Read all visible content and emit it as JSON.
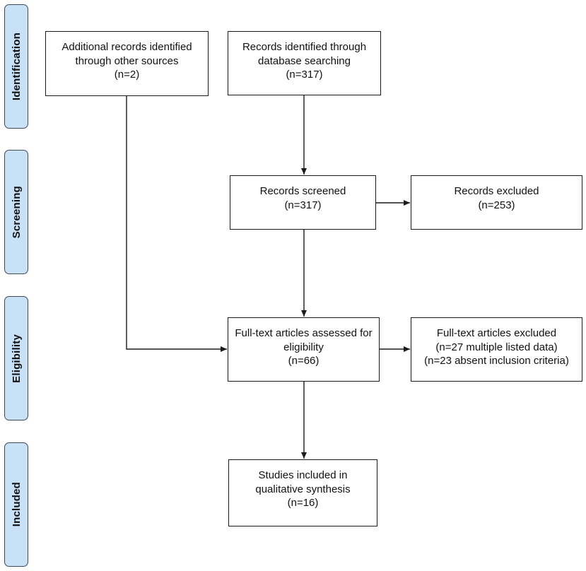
{
  "stages": [
    "Identification",
    "Screening",
    "Eligibility",
    "Included"
  ],
  "boxes": {
    "additional": [
      "Additional records identified",
      "through other sources",
      "(n=2)"
    ],
    "database": [
      "Records identified through",
      "database searching",
      "(n=317)"
    ],
    "screened": [
      "Records screened",
      "(n=317)"
    ],
    "excluded": [
      "Records excluded",
      "(n=253)"
    ],
    "fulltext": [
      "Full-text articles assessed for",
      "eligibility",
      "(n=66)"
    ],
    "fulltext_excluded": [
      "Full-text articles excluded",
      "(n=27 multiple listed data)",
      "(n=23 absent inclusion criteria)"
    ],
    "included": [
      "Studies included in",
      "qualitative synthesis",
      "(n=16)"
    ]
  },
  "colors": {
    "stage_fill": "#c9e1f6",
    "stage_border": "#3e4a57",
    "box_border": "#1a1a1a",
    "arrow": "#1a1a1a"
  }
}
